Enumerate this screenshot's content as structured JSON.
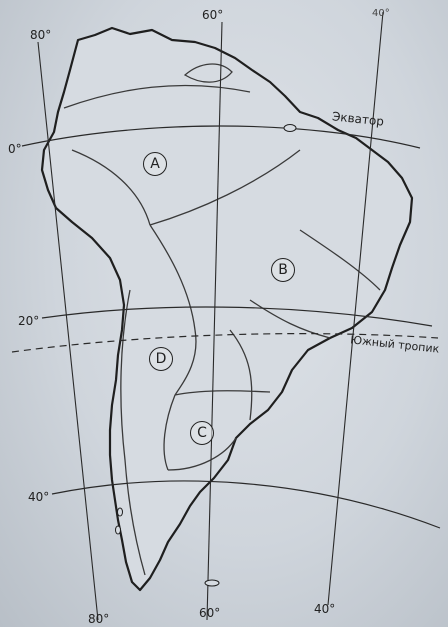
{
  "map": {
    "degree_labels": {
      "lon_80_top": "80°",
      "lon_60_top": "60°",
      "lon_40_top": "40°",
      "lon_80_bottom": "80°",
      "lon_60_bottom": "60°",
      "lon_40_bottom": "40°",
      "lat_0": "0°",
      "lat_20": "20°",
      "lat_40": "40°"
    },
    "line_labels": {
      "equator": "Экватор",
      "tropic": "Южный тропик"
    },
    "regions": {
      "a": "A",
      "b": "B",
      "c": "C",
      "d": "D"
    }
  }
}
